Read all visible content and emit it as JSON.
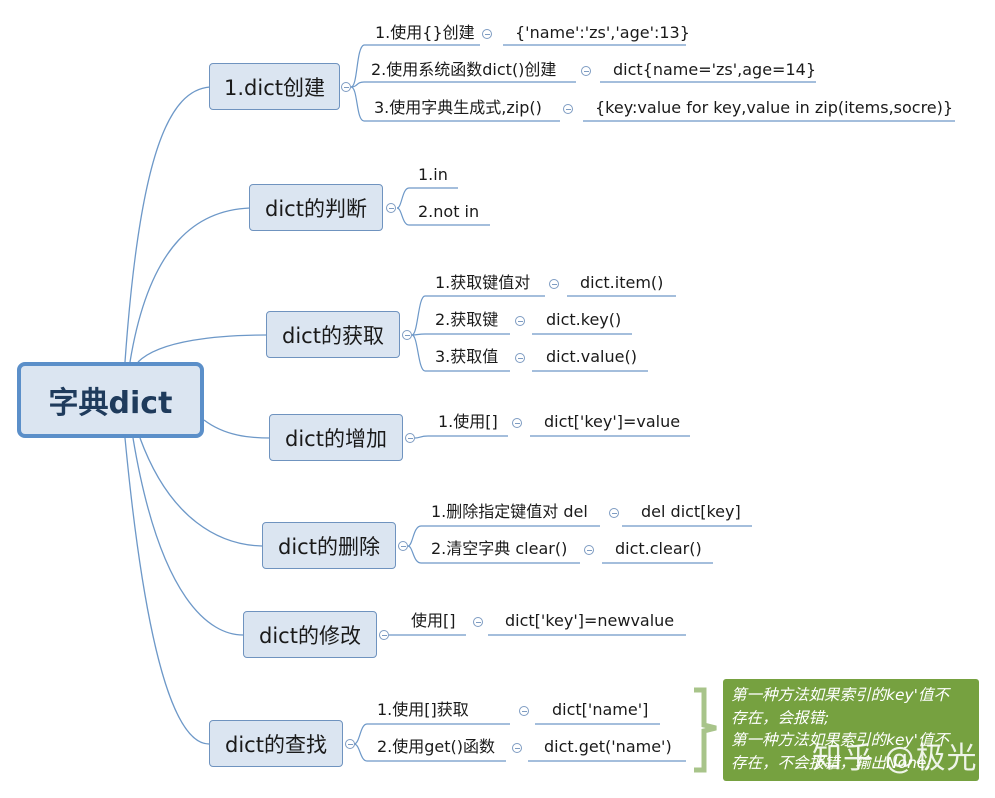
{
  "root": {
    "label": "字典dict"
  },
  "branches": [
    {
      "label": "1.dict创建",
      "items": [
        {
          "label": "1.使用{}创建",
          "value": "{'name':'zs','age':13}"
        },
        {
          "label": "2.使用系统函数dict()创建",
          "value": "dict{name='zs',age=14}"
        },
        {
          "label": "3.使用字典生成式,zip()",
          "value": "{key:value for key,value in zip(items,socre)}"
        }
      ]
    },
    {
      "label": "dict的判断",
      "items": [
        {
          "label": "1.in"
        },
        {
          "label": "2.not in"
        }
      ]
    },
    {
      "label": "dict的获取",
      "items": [
        {
          "label": "1.获取键值对",
          "value": "dict.item()"
        },
        {
          "label": "2.获取键",
          "value": "dict.key()"
        },
        {
          "label": "3.获取值",
          "value": "dict.value()"
        }
      ]
    },
    {
      "label": "dict的增加",
      "items": [
        {
          "label": "1.使用[]",
          "value": "dict['key']=value"
        }
      ]
    },
    {
      "label": "dict的删除",
      "items": [
        {
          "label": "1.删除指定键值对 del",
          "value": "del dict[key]"
        },
        {
          "label": "2.清空字典 clear()",
          "value": "dict.clear()"
        }
      ]
    },
    {
      "label": "dict的修改",
      "items": [
        {
          "label": "使用[]",
          "value": "dict['key']=newvalue"
        }
      ]
    },
    {
      "label": "dict的查找",
      "items": [
        {
          "label": "1.使用[]获取",
          "value": "dict['name']"
        },
        {
          "label": "2.使用get()函数",
          "value": "dict.get('name')"
        }
      ]
    }
  ],
  "note": {
    "lines": [
      "第一种方法如果索引的key'值不",
      "存在，会报错;",
      "第一种方法如果索引的key'值不",
      "存在，不会报错，输出None;"
    ]
  },
  "watermark": "知乎 @极光",
  "colors": {
    "note_bg": "#76a140",
    "node_fill": "#dbe5f1",
    "node_border": "#6f93bf",
    "line": "#5a8ac0"
  }
}
